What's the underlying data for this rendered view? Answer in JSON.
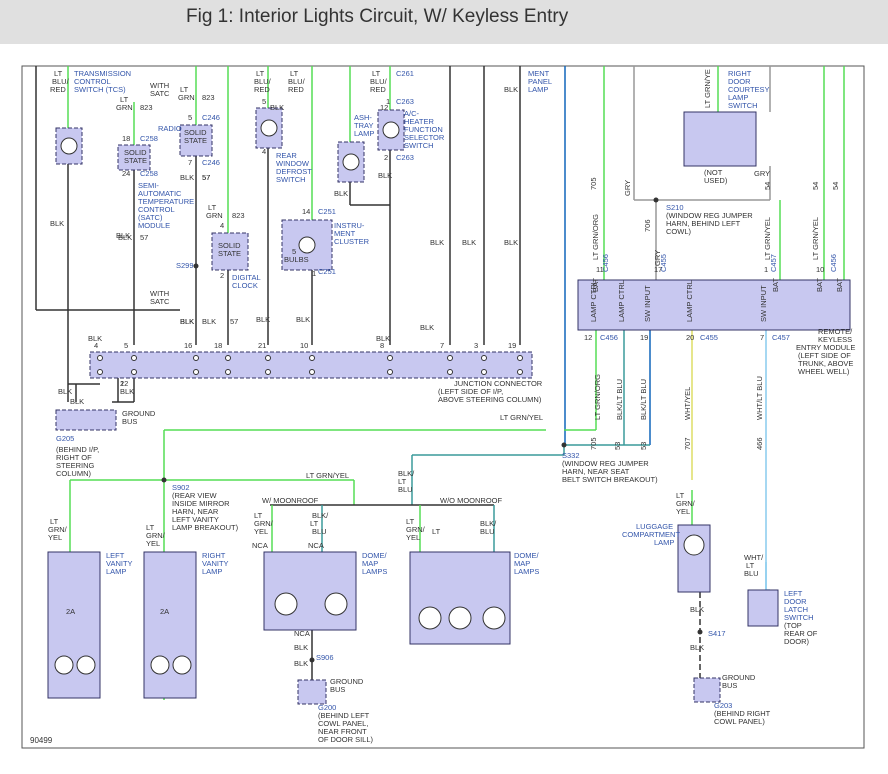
{
  "title": "Fig 1: Interior Lights Circuit, W/ Keyless Entry",
  "figure_id": "90499",
  "colors": {
    "wire_black": "#333333",
    "wire_green": "#55dd55",
    "wire_blue": "#1166bb",
    "wire_teal": "#3a9a9a",
    "wire_yellow": "#dddd66",
    "wire_lightblue": "#88ccee",
    "wire_gray": "#999999",
    "wire_olive": "#888855",
    "wire_cyan": "#44bbbb",
    "component_fill": "#c8c8f0",
    "component_stroke": "#333366",
    "label_blue": "#3355aa",
    "label_black": "#333333",
    "title_bg": "#e0e0e0"
  },
  "labels": [
    {
      "id": "w1",
      "text": "LT"
    },
    {
      "id": "w2",
      "text": "BLU/"
    },
    {
      "id": "w3",
      "text": "RED"
    },
    {
      "id": "tcs1",
      "text": "TRANSMISSION"
    },
    {
      "id": "tcs2",
      "text": "CONTROL"
    },
    {
      "id": "tcs3",
      "text": "SWITCH (TCS)"
    },
    {
      "id": "satc_w1",
      "text": "WITH"
    },
    {
      "id": "satc_w2",
      "text": "SATC"
    },
    {
      "id": "c8",
      "text": "LT"
    },
    {
      "id": "c9",
      "text": "GRN"
    },
    {
      "id": "c10",
      "text": "823"
    },
    {
      "id": "c11",
      "text": "18"
    },
    {
      "id": "c12",
      "text": "C258"
    },
    {
      "id": "ss1a",
      "text": "SOLID"
    },
    {
      "id": "ss1b",
      "text": "STATE"
    },
    {
      "id": "c15",
      "text": "24"
    },
    {
      "id": "c16",
      "text": "C258"
    },
    {
      "id": "semi1",
      "text": "SEMI-"
    },
    {
      "id": "semi2",
      "text": "AUTOMATIC"
    },
    {
      "id": "semi3",
      "text": "TEMPERATURE"
    },
    {
      "id": "semi4",
      "text": "CONTROL"
    },
    {
      "id": "semi5",
      "text": "(SATC)"
    },
    {
      "id": "semi6",
      "text": "MODULE"
    },
    {
      "id": "b57a",
      "text": "BLK"
    },
    {
      "id": "n57a",
      "text": "57"
    },
    {
      "id": "r1",
      "text": "LT"
    },
    {
      "id": "r2",
      "text": "GRN"
    },
    {
      "id": "r3",
      "text": "823"
    },
    {
      "id": "radio",
      "text": "RADIO"
    },
    {
      "id": "r5",
      "text": "5"
    },
    {
      "id": "r6",
      "text": "C246"
    },
    {
      "id": "ss2a",
      "text": "SOLID"
    },
    {
      "id": "ss2b",
      "text": "STATE"
    },
    {
      "id": "r7",
      "text": "7"
    },
    {
      "id": "r8",
      "text": "C246"
    },
    {
      "id": "r9",
      "text": "BLK"
    },
    {
      "id": "r10",
      "text": "57"
    },
    {
      "id": "rw1",
      "text": "LT"
    },
    {
      "id": "rw2",
      "text": "BLU/"
    },
    {
      "id": "rw3",
      "text": "RED"
    },
    {
      "id": "rw4",
      "text": "5"
    },
    {
      "id": "rw5",
      "text": "4"
    },
    {
      "id": "rwd1",
      "text": "REAR"
    },
    {
      "id": "rwd2",
      "text": "WINDOW"
    },
    {
      "id": "rwd3",
      "text": "DEFROST"
    },
    {
      "id": "rwd4",
      "text": "SWITCH"
    },
    {
      "id": "rwb",
      "text": "BLK"
    },
    {
      "id": "lb1",
      "text": "LT"
    },
    {
      "id": "lb2",
      "text": "BLU/"
    },
    {
      "id": "lb3",
      "text": "RED"
    },
    {
      "id": "ash1",
      "text": "ASH-"
    },
    {
      "id": "ash2",
      "text": "TRAY"
    },
    {
      "id": "ash3",
      "text": "LAMP"
    },
    {
      "id": "ashb",
      "text": "BLK"
    },
    {
      "id": "ac1",
      "text": "LT"
    },
    {
      "id": "ac2",
      "text": "BLU/"
    },
    {
      "id": "ac3",
      "text": "RED"
    },
    {
      "id": "ac4",
      "text": "12"
    },
    {
      "id": "ac5",
      "text": "1"
    },
    {
      "id": "ac6",
      "text": "C263"
    },
    {
      "id": "acs1",
      "text": "A/C-"
    },
    {
      "id": "acs2",
      "text": "HEATER"
    },
    {
      "id": "acs3",
      "text": "FUNCTION"
    },
    {
      "id": "acs4",
      "text": "SELECTOR"
    },
    {
      "id": "acs5",
      "text": "SWITCH"
    },
    {
      "id": "ac7",
      "text": "2"
    },
    {
      "id": "ac8",
      "text": "C263"
    },
    {
      "id": "acb",
      "text": "BLK"
    },
    {
      "id": "ac9",
      "text": "C261"
    },
    {
      "id": "ip1",
      "text": "MENT"
    },
    {
      "id": "ip2",
      "text": "PANEL"
    },
    {
      "id": "ip3",
      "text": "LAMP"
    },
    {
      "id": "ipb",
      "text": "BLK"
    },
    {
      "id": "dc1",
      "text": "LT"
    },
    {
      "id": "dc2",
      "text": "GRN"
    },
    {
      "id": "dc3",
      "text": "823"
    },
    {
      "id": "dc4",
      "text": "4"
    },
    {
      "id": "ss3a",
      "text": "SOLID"
    },
    {
      "id": "ss3b",
      "text": "STATE"
    },
    {
      "id": "dc5",
      "text": "2"
    },
    {
      "id": "dc6",
      "text": "DIGITAL"
    },
    {
      "id": "dc7",
      "text": "CLOCK"
    },
    {
      "id": "s299",
      "text": "S299"
    },
    {
      "id": "ic1",
      "text": "14"
    },
    {
      "id": "ic2",
      "text": "C251"
    },
    {
      "id": "ic3",
      "text": "INSTRU-"
    },
    {
      "id": "ic4",
      "text": "MENT"
    },
    {
      "id": "ic5",
      "text": "CLUSTER"
    },
    {
      "id": "ic6",
      "text": "5"
    },
    {
      "id": "ic7",
      "text": "BULBS"
    },
    {
      "id": "ic8",
      "text": "1"
    },
    {
      "id": "ic9",
      "text": "C251"
    },
    {
      "id": "b1",
      "text": "BLK"
    },
    {
      "id": "b2",
      "text": "BLK"
    },
    {
      "id": "b3",
      "text": "BLK"
    },
    {
      "id": "b4",
      "text": "BLK"
    },
    {
      "id": "b5",
      "text": "BLK"
    },
    {
      "id": "b6",
      "text": "BLK"
    },
    {
      "id": "b7",
      "text": "BLK"
    },
    {
      "id": "b8",
      "text": "BLK"
    },
    {
      "id": "b9",
      "text": "BLK"
    },
    {
      "id": "b10",
      "text": "BLK"
    },
    {
      "id": "b11",
      "text": "BLK"
    },
    {
      "id": "b12",
      "text": "BLK"
    },
    {
      "id": "b13",
      "text": "BLK"
    },
    {
      "id": "b14",
      "text": "BLK"
    },
    {
      "id": "b15",
      "text": "BLK"
    },
    {
      "id": "b16",
      "text": "BLK"
    },
    {
      "id": "n57b",
      "text": "57"
    },
    {
      "id": "n57c",
      "text": "57"
    },
    {
      "id": "satc_w3",
      "text": "WITH"
    },
    {
      "id": "satc_w4",
      "text": "SATC"
    },
    {
      "id": "p4",
      "text": "4"
    },
    {
      "id": "p5",
      "text": "5"
    },
    {
      "id": "p16",
      "text": "16"
    },
    {
      "id": "p18",
      "text": "18"
    },
    {
      "id": "p21",
      "text": "21"
    },
    {
      "id": "p10",
      "text": "10"
    },
    {
      "id": "p8",
      "text": "8"
    },
    {
      "id": "p7",
      "text": "7"
    },
    {
      "id": "p3",
      "text": "3"
    },
    {
      "id": "p19",
      "text": "19"
    },
    {
      "id": "p1",
      "text": "1"
    },
    {
      "id": "p22",
      "text": "22"
    },
    {
      "id": "jc1",
      "text": "JUNCTION CONNECTOR"
    },
    {
      "id": "jc2",
      "text": "(LEFT SIDE OF I/P,"
    },
    {
      "id": "jc3",
      "text": "ABOVE STEERING COLUMN)"
    },
    {
      "id": "gb1",
      "text": "GROUND"
    },
    {
      "id": "gb2",
      "text": "BUS"
    },
    {
      "id": "g205",
      "text": "G205"
    },
    {
      "id": "g205a",
      "text": "(BEHIND I/P,"
    },
    {
      "id": "g205b",
      "text": "RIGHT OF"
    },
    {
      "id": "g205c",
      "text": "STEERING"
    },
    {
      "id": "g205d",
      "text": "COLUMN)"
    },
    {
      "id": "rd1",
      "text": "LT GRN/YE"
    },
    {
      "id": "rdc1",
      "text": "RIGHT"
    },
    {
      "id": "rdc2",
      "text": "DOOR"
    },
    {
      "id": "rdc3",
      "text": "COURTESY"
    },
    {
      "id": "rdc4",
      "text": "LAMP"
    },
    {
      "id": "rdc5",
      "text": "SWITCH"
    },
    {
      "id": "rd2",
      "text": "(NOT"
    },
    {
      "id": "rd3",
      "text": "USED)"
    },
    {
      "id": "rd4",
      "text": "GRY"
    },
    {
      "id": "s210",
      "text": "S210"
    },
    {
      "id": "s210a",
      "text": "(WINDOW REG JUMPER"
    },
    {
      "id": "s210b",
      "text": "HARN, BEHIND LEFT"
    },
    {
      "id": "s210c",
      "text": "COWL)"
    },
    {
      "id": "gry1",
      "text": "GRY"
    },
    {
      "id": "n705",
      "text": "705"
    },
    {
      "id": "n706",
      "text": "706"
    },
    {
      "id": "n54a",
      "text": "54"
    },
    {
      "id": "n54b",
      "text": "54"
    },
    {
      "id": "n54c",
      "text": "54"
    },
    {
      "id": "v1",
      "text": "LT GRN/ORG"
    },
    {
      "id": "v2",
      "text": "GRY"
    },
    {
      "id": "v3",
      "text": "LT GRN/YEL"
    },
    {
      "id": "v4",
      "text": "LT GRN/YEL"
    },
    {
      "id": "k11",
      "text": "11"
    },
    {
      "id": "c456a",
      "text": "C456"
    },
    {
      "id": "k17",
      "text": "17"
    },
    {
      "id": "c455a",
      "text": "C455"
    },
    {
      "id": "k1",
      "text": "1"
    },
    {
      "id": "c457a",
      "text": "C457"
    },
    {
      "id": "k10",
      "text": "10"
    },
    {
      "id": "c456b",
      "text": "C456"
    },
    {
      "id": "bat1",
      "text": "BAT"
    },
    {
      "id": "bat2",
      "text": "BAT"
    },
    {
      "id": "bat3",
      "text": "BAT"
    },
    {
      "id": "bat4",
      "text": "BAT"
    },
    {
      "id": "mod1",
      "text": "LAMP CTRL"
    },
    {
      "id": "mod2",
      "text": "LAMP CTRL"
    },
    {
      "id": "mod3",
      "text": "SW INPUT"
    },
    {
      "id": "mod4",
      "text": "LAMP CTRL"
    },
    {
      "id": "mod5",
      "text": "SW INPUT"
    },
    {
      "id": "k12",
      "text": "12"
    },
    {
      "id": "c456c",
      "text": "C456"
    },
    {
      "id": "k19",
      "text": "19"
    },
    {
      "id": "k20",
      "text": "20"
    },
    {
      "id": "c455b",
      "text": "C455"
    },
    {
      "id": "k7",
      "text": "7"
    },
    {
      "id": "c457b",
      "text": "C457"
    },
    {
      "id": "rk1",
      "text": "REMOTE/"
    },
    {
      "id": "rk2",
      "text": "KEYLESS"
    },
    {
      "id": "rk3",
      "text": "ENTRY MODULE"
    },
    {
      "id": "rk4",
      "text": "(LEFT SIDE OF"
    },
    {
      "id": "rk5",
      "text": "TRUNK, ABOVE"
    },
    {
      "id": "rk6",
      "text": "WHEEL WELL)"
    },
    {
      "id": "lw1",
      "text": "LT GRN/ORG"
    },
    {
      "id": "lw2",
      "text": "BLK/LT BLU"
    },
    {
      "id": "lw3",
      "text": "BLK/LT BLU"
    },
    {
      "id": "lw4",
      "text": "WHT/YEL"
    },
    {
      "id": "lw5",
      "text": "WHT/LT BLU"
    },
    {
      "id": "n705b",
      "text": "705"
    },
    {
      "id": "n53a",
      "text": "53"
    },
    {
      "id": "n53b",
      "text": "53"
    },
    {
      "id": "n707",
      "text": "707"
    },
    {
      "id": "n466",
      "text": "466"
    },
    {
      "id": "ltgy1",
      "text": "LT GRN/YEL"
    },
    {
      "id": "ltgy2",
      "text": "LT GRN/YEL"
    },
    {
      "id": "s332",
      "text": "S332"
    },
    {
      "id": "s332a",
      "text": "(WINDOW REG JUMPER"
    },
    {
      "id": "s332b",
      "text": "HARN, NEAR SEAT"
    },
    {
      "id": "s332c",
      "text": "BELT SWITCH BREAKOUT)"
    },
    {
      "id": "s902",
      "text": "S902"
    },
    {
      "id": "s902a",
      "text": "(REAR VIEW"
    },
    {
      "id": "s902b",
      "text": "INSIDE MIRROR"
    },
    {
      "id": "s902c",
      "text": "HARN, NEAR"
    },
    {
      "id": "s902d",
      "text": "LEFT VANITY"
    },
    {
      "id": "s902e",
      "text": "LAMP BREAKOUT)"
    },
    {
      "id": "bl1",
      "text": "BLK/"
    },
    {
      "id": "bl2",
      "text": "LT"
    },
    {
      "id": "bl3",
      "text": "BLU"
    },
    {
      "id": "wm",
      "text": "W/ MOONROOF"
    },
    {
      "id": "wom",
      "text": "W/O MOONROOF"
    },
    {
      "id": "lv1",
      "text": "LT"
    },
    {
      "id": "lv2",
      "text": "GRN/"
    },
    {
      "id": "lv3",
      "text": "YEL"
    },
    {
      "id": "lv4",
      "text": "LEFT"
    },
    {
      "id": "lv5",
      "text": "VANITY"
    },
    {
      "id": "lv6",
      "text": "LAMP"
    },
    {
      "id": "lv7",
      "text": "2A"
    },
    {
      "id": "rv1",
      "text": "LT"
    },
    {
      "id": "rv2",
      "text": "GRN/"
    },
    {
      "id": "rv3",
      "text": "YEL"
    },
    {
      "id": "rv4",
      "text": "RIGHT"
    },
    {
      "id": "rv5",
      "text": "VANITY"
    },
    {
      "id": "rv6",
      "text": "LAMP"
    },
    {
      "id": "rv7",
      "text": "2A"
    },
    {
      "id": "dm1",
      "text": "LT"
    },
    {
      "id": "dm2",
      "text": "GRN/"
    },
    {
      "id": "dm3",
      "text": "YEL"
    },
    {
      "id": "dm4",
      "text": "BLK/"
    },
    {
      "id": "dm5",
      "text": "LT"
    },
    {
      "id": "dm6",
      "text": "BLU"
    },
    {
      "id": "nca1",
      "text": "NCA"
    },
    {
      "id": "nca2",
      "text": "NCA"
    },
    {
      "id": "nca3",
      "text": "NCA"
    },
    {
      "id": "dml1",
      "text": "DOME/"
    },
    {
      "id": "dml2",
      "text": "MAP"
    },
    {
      "id": "dml3",
      "text": "LAMPS"
    },
    {
      "id": "dm7",
      "text": "BLK"
    },
    {
      "id": "s906",
      "text": "S906"
    },
    {
      "id": "dm8",
      "text": "BLK"
    },
    {
      "id": "gb3",
      "text": "GROUND"
    },
    {
      "id": "gb4",
      "text": "BUS"
    },
    {
      "id": "g200",
      "text": "G200"
    },
    {
      "id": "g200a",
      "text": "(BEHIND LEFT"
    },
    {
      "id": "g200b",
      "text": "COWL PANEL,"
    },
    {
      "id": "g200c",
      "text": "NEAR FRONT"
    },
    {
      "id": "g200d",
      "text": "OF DOOR SILL)"
    },
    {
      "id": "wd1",
      "text": "LT"
    },
    {
      "id": "wd2",
      "text": "GRN/"
    },
    {
      "id": "wd3",
      "text": "YEL"
    },
    {
      "id": "wd4",
      "text": "LT"
    },
    {
      "id": "wd5",
      "text": "BLK/"
    },
    {
      "id": "wd6",
      "text": "BLU"
    },
    {
      "id": "wdl1",
      "text": "DOME/"
    },
    {
      "id": "wdl2",
      "text": "MAP"
    },
    {
      "id": "wdl3",
      "text": "LAMPS"
    },
    {
      "id": "lg1",
      "text": "LT"
    },
    {
      "id": "lg2",
      "text": "GRN/"
    },
    {
      "id": "lg3",
      "text": "YEL"
    },
    {
      "id": "lgc1",
      "text": "LUGGAGE"
    },
    {
      "id": "lgc2",
      "text": "COMPARTMENT"
    },
    {
      "id": "lgc3",
      "text": "LAMP"
    },
    {
      "id": "lgb",
      "text": "BLK"
    },
    {
      "id": "s417",
      "text": "S417"
    },
    {
      "id": "lgb2",
      "text": "BLK"
    },
    {
      "id": "gb5",
      "text": "GROUND"
    },
    {
      "id": "gb6",
      "text": "BUS"
    },
    {
      "id": "g203",
      "text": "G203"
    },
    {
      "id": "g203a",
      "text": "(BEHIND RIGHT"
    },
    {
      "id": "g203b",
      "text": "COWL PANEL)"
    },
    {
      "id": "ld1",
      "text": "WHT/"
    },
    {
      "id": "ld2",
      "text": "LT"
    },
    {
      "id": "ld3",
      "text": "BLU"
    },
    {
      "id": "lds1",
      "text": "LEFT"
    },
    {
      "id": "lds2",
      "text": "DOOR"
    },
    {
      "id": "lds3",
      "text": "LATCH"
    },
    {
      "id": "lds4",
      "text": "SWITCH"
    },
    {
      "id": "lds5",
      "text": "(TOP"
    },
    {
      "id": "lds6",
      "text": "REAR OF"
    },
    {
      "id": "lds7",
      "text": "DOOR)"
    }
  ]
}
